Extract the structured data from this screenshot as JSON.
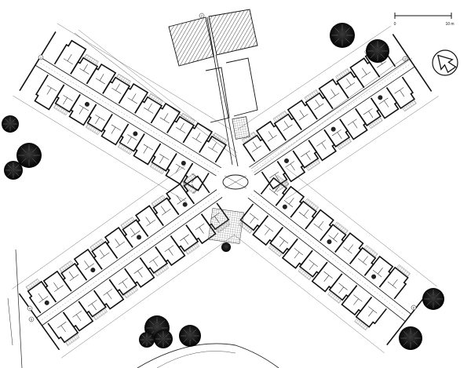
{
  "scale_bar": {
    "start_label": "0",
    "end_label": "10 m"
  },
  "north_arrow": {
    "icon": "north-arrow-icon"
  },
  "grid_markers": [
    "1",
    "2",
    "3",
    "4",
    "5",
    "6"
  ],
  "colors": {
    "ink": "#111111",
    "paper": "#ffffff",
    "tree": "#0d0d0d",
    "hatch": "#333333"
  }
}
